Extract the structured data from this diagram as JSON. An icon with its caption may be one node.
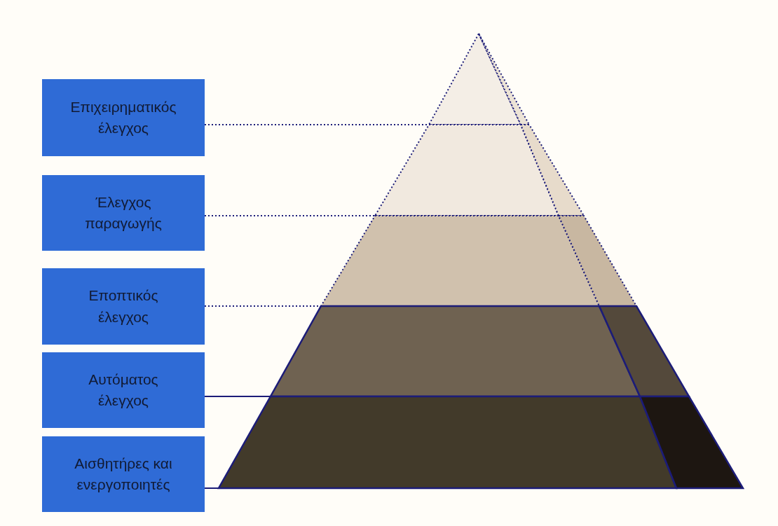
{
  "diagram": {
    "nodes": [
      {
        "text": [
          "Επιχειρηματικός έλεγχος"
        ]
      },
      {
        "text": [
          "Έλεγχος παραγωγής"
        ]
      },
      {
        "text": [
          "Εποπτικός έλεγχος"
        ]
      },
      {
        "text": [
          "Αυτόματος έλεγχος"
        ]
      },
      {
        "text": [
          "Αισθητήρες και ενεργοποιητές"
        ]
      },
      {
        "text": [],
        "shape": "triangle"
      },
      {
        "text": [],
        "shape": "trapezoid"
      },
      {
        "text": [],
        "shape": "trapezoid"
      },
      {
        "text": [],
        "shape": "trapezoid"
      },
      {
        "text": [],
        "shape": "trapezoid"
      }
    ],
    "edges": [
      {
        "from": 0,
        "to": 5,
        "arrow": "none",
        "style": "dashed"
      },
      {
        "from": 1,
        "to": 6,
        "arrow": "none",
        "style": "dashed"
      },
      {
        "from": 2,
        "to": 7,
        "arrow": "none",
        "style": "dashed"
      },
      {
        "from": 3,
        "to": 8,
        "arrow": "none"
      },
      {
        "from": 4,
        "to": 9,
        "arrow": "none"
      }
    ]
  }
}
